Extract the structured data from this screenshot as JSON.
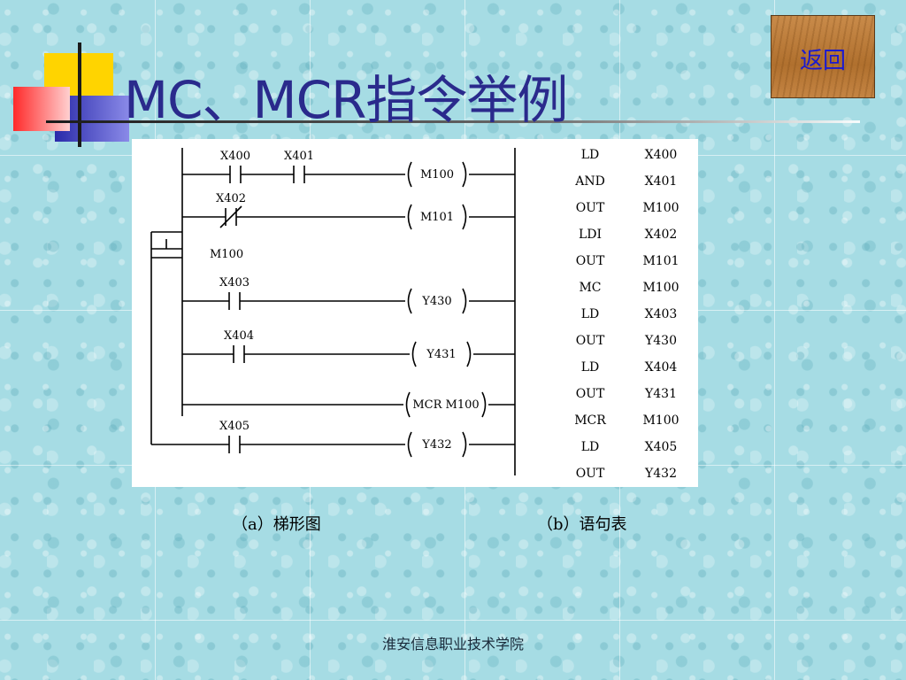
{
  "title": "MC、MCR指令举例",
  "back_button": "返回",
  "ladder": {
    "rungs": [
      {
        "contacts": [
          {
            "label": "X400",
            "type": "no"
          },
          {
            "label": "X401",
            "type": "no"
          }
        ],
        "coil": "M100"
      },
      {
        "contacts": [
          {
            "label": "X402",
            "type": "nc"
          }
        ],
        "coil": "M101"
      },
      {
        "master_contact": "M100"
      },
      {
        "contacts": [
          {
            "label": "X403",
            "type": "no"
          }
        ],
        "coil": "Y430"
      },
      {
        "contacts": [
          {
            "label": "X404",
            "type": "no"
          }
        ],
        "coil": "Y431"
      },
      {
        "contacts": [],
        "coil": "MCR M100"
      },
      {
        "contacts": [
          {
            "label": "X405",
            "type": "no"
          }
        ],
        "coil": "Y432"
      }
    ]
  },
  "statement_list": [
    {
      "op": "LD",
      "operand": "X400"
    },
    {
      "op": "AND",
      "operand": "X401"
    },
    {
      "op": "OUT",
      "operand": "M100"
    },
    {
      "op": "LDI",
      "operand": "X402"
    },
    {
      "op": "OUT",
      "operand": "M101"
    },
    {
      "op": "MC",
      "operand": "M100"
    },
    {
      "op": "LD",
      "operand": "X403"
    },
    {
      "op": "OUT",
      "operand": "Y430"
    },
    {
      "op": "LD",
      "operand": "X404"
    },
    {
      "op": "OUT",
      "operand": "Y431"
    },
    {
      "op": "MCR",
      "operand": "M100"
    },
    {
      "op": "LD",
      "operand": "X405"
    },
    {
      "op": "OUT",
      "operand": "Y432"
    }
  ],
  "captions": {
    "a": "（a）梯形图",
    "b": "（b）语句表"
  },
  "footer": "淮安信息职业技术学院"
}
